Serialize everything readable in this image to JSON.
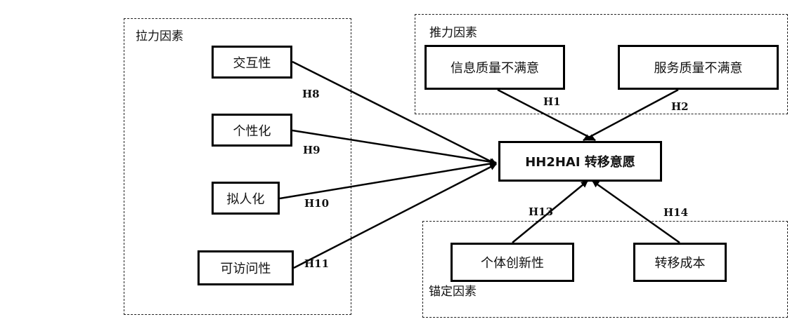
{
  "groups": {
    "pull": {
      "title": "拉力因素"
    },
    "push": {
      "title": "推力因素"
    },
    "anchor": {
      "title": "锚定因素"
    }
  },
  "nodes": {
    "interactivity": "交互性",
    "personalization": "个性化",
    "anthropomorphism": "拟人化",
    "accessibility": "可访问性",
    "info_quality": "信息质量不满意",
    "service_quality": "服务质量不满意",
    "target": "HH2HAI 转移意愿",
    "innovativeness": "个体创新性",
    "switching_cost": "转移成本"
  },
  "hypotheses": {
    "h1": "H1",
    "h2": "H2",
    "h8": "H8",
    "h9": "H9",
    "h10": "H10",
    "h11": "H11",
    "h13": "H13",
    "h14": "H14"
  }
}
